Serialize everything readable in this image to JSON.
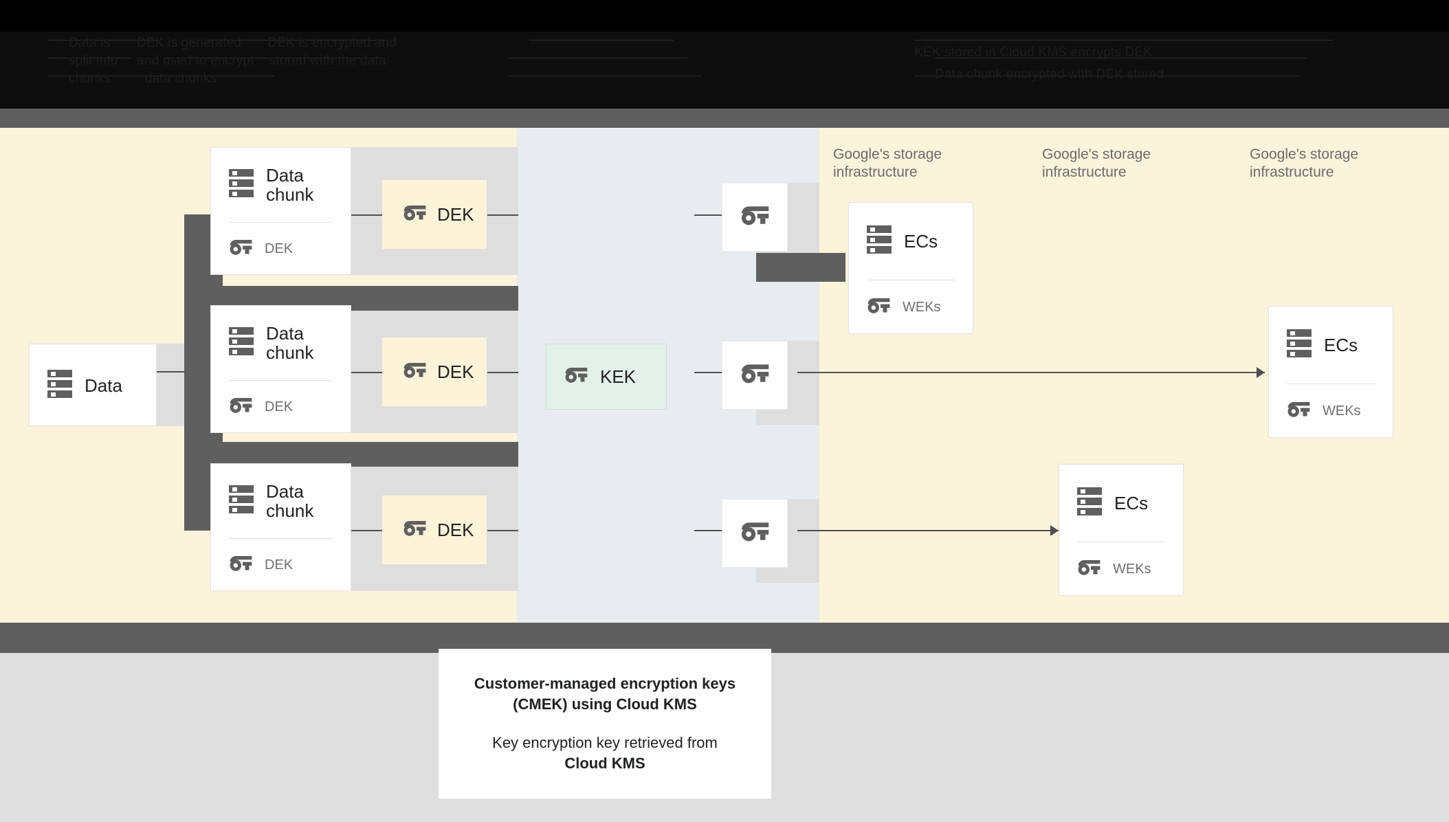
{
  "header": {
    "obscured_lines": [
      "Data is       DEK is generated       DEK is encrypted and",
      "split into     and used to encrypt    stored with the data",
      "chunks         data chunks",
      "KEK stored in Cloud KMS encrypts DEK",
      "Data chunk encrypted with DEK stored"
    ]
  },
  "diagram": {
    "source": {
      "label": "Data",
      "icon": "storage-icon"
    },
    "chunks": [
      {
        "title": "Data\nchunk",
        "icon": "storage-icon",
        "key_label": "DEK",
        "key_icon": "key-icon"
      },
      {
        "title": "Data\nchunk",
        "icon": "storage-icon",
        "key_label": "DEK",
        "key_icon": "key-icon"
      },
      {
        "title": "Data\nchunk",
        "icon": "storage-icon",
        "key_label": "DEK",
        "key_icon": "key-icon"
      }
    ],
    "deks": [
      {
        "label": "DEK",
        "icon": "key-icon"
      },
      {
        "label": "DEK",
        "icon": "key-icon"
      },
      {
        "label": "DEK",
        "icon": "key-icon"
      }
    ],
    "kek": {
      "label": "KEK",
      "icon": "key-icon"
    },
    "wrapped_keys": [
      {
        "icon": "key-icon"
      },
      {
        "icon": "key-icon"
      },
      {
        "icon": "key-icon"
      }
    ],
    "storage_labels": [
      "Google's storage\ninfrastructure",
      "Google's storage\ninfrastructure",
      "Google's storage\ninfrastructure"
    ],
    "ec_cards": [
      {
        "title": "ECs",
        "icon": "storage-icon",
        "key_label": "WEKs",
        "key_icon": "key-icon"
      },
      {
        "title": "ECs",
        "icon": "storage-icon",
        "key_label": "WEKs",
        "key_icon": "key-icon"
      },
      {
        "title": "ECs",
        "icon": "storage-icon",
        "key_label": "WEKs",
        "key_icon": "key-icon"
      }
    ]
  },
  "caption": {
    "title": "Customer-managed encryption keys\n(CMEK) using Cloud KMS",
    "body_prefix": "Key encryption key retrieved from",
    "body_strong": "Cloud KMS"
  },
  "colors": {
    "cream": "#fbf3da",
    "blue_grey": "#e8ecee",
    "light_grey": "#dedede",
    "dark_grey": "#5f5f5f",
    "mint": "#e3f1ea",
    "dek_yellow": "#fdf3d8",
    "icon_grey": "#5f5f5f",
    "text_dark": "#202124",
    "text_muted": "#6b6b6b"
  }
}
